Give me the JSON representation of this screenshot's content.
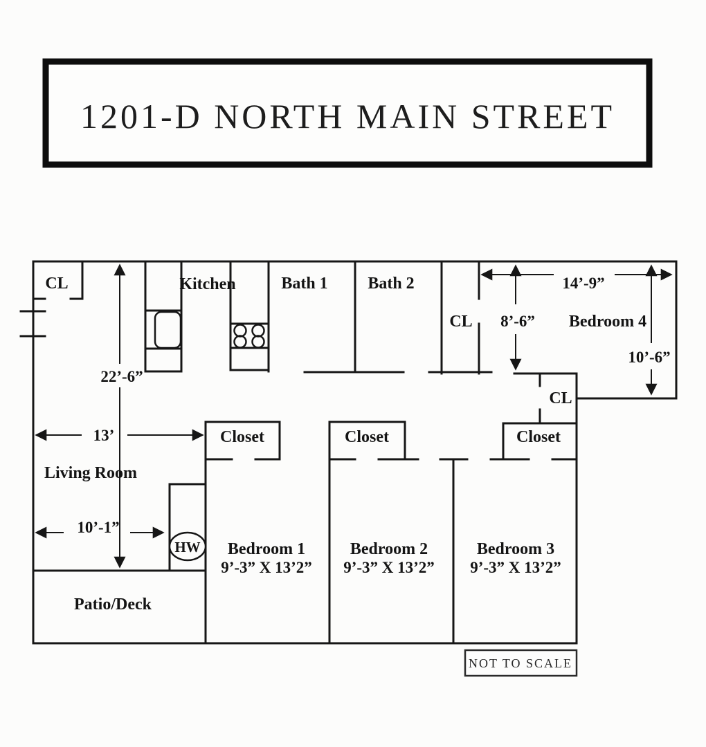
{
  "title": "1201-D NORTH MAIN STREET",
  "footer_note": "NOT TO SCALE",
  "labels": {
    "entry_closet": "CL",
    "kitchen": "Kitchen",
    "bath1": "Bath 1",
    "bath2": "Bath 2",
    "hall_closet": "CL",
    "bedroom4": "Bedroom 4",
    "bedroom4_closet": "CL",
    "living_room": "Living Room",
    "closet1": "Closet",
    "closet2": "Closet",
    "closet3": "Closet",
    "bedroom1": "Bedroom 1",
    "bedroom1_size": "9’-3” X 13’2”",
    "bedroom2": "Bedroom 2",
    "bedroom2_size": "9’-3” X 13’2”",
    "bedroom3": "Bedroom 3",
    "bedroom3_size": "9’-3” X 13’2”",
    "water_heater": "HW",
    "patio": "Patio/Deck"
  },
  "dimensions": {
    "living_height": "22’-6”",
    "living_width": "13’",
    "living_lower_width": "10’-1”",
    "bedroom4_width": "14’-9”",
    "bedroom4_left_height": "8’-6”",
    "bedroom4_right_height": "10’-6”"
  },
  "colors": {
    "line": "#161616",
    "background": "#fcfcfb"
  }
}
